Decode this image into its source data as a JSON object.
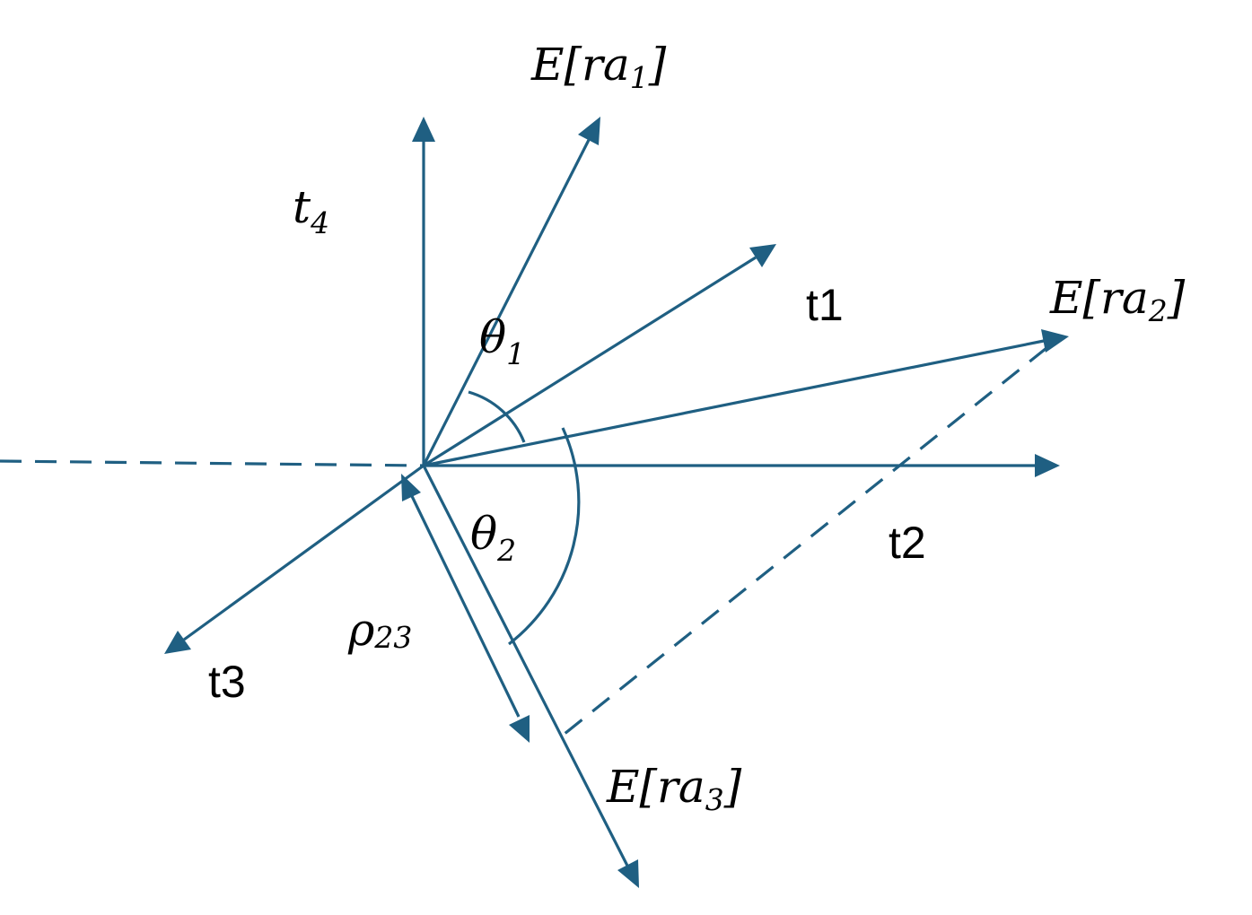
{
  "colors": {
    "stroke": "#1f5f82",
    "text": "#000000",
    "background": "#ffffff"
  },
  "labels": {
    "e_ra1": {
      "base": "E[ra",
      "sub": "1",
      "tail": "]"
    },
    "e_ra2": {
      "base": "E[ra",
      "sub": "2",
      "tail": "]"
    },
    "e_ra3": {
      "base": "E[ra",
      "sub": "3",
      "tail": "]"
    },
    "t4": {
      "base": "t",
      "sub": "4"
    },
    "t1": "t1",
    "t2": "t2",
    "t3": "t3",
    "theta1": {
      "base": "θ",
      "sub": "1"
    },
    "theta2": {
      "base": "θ",
      "sub": "2"
    },
    "rho23": {
      "base": "ρ",
      "sub": "23"
    }
  }
}
